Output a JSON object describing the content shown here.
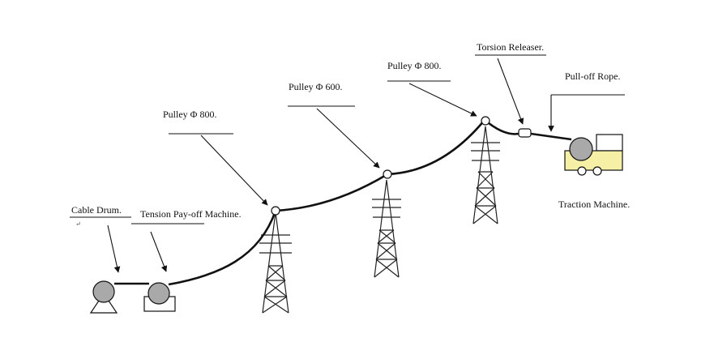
{
  "labels": {
    "cable_drum": "Cable Drum.",
    "cable_drum_mark": "↵",
    "tension_machine": "Tension Pay-off Machine.",
    "pulley_1": "Pulley Φ 800.",
    "pulley_2": "Pulley Φ 600.",
    "pulley_3": "Pulley Φ 800.",
    "torsion_releaser": "Torsion Releaser.",
    "pull_off_rope": "Pull-off Rope.",
    "traction_machine": "Traction Machine."
  },
  "colors": {
    "line": "#111111",
    "drum_fill": "#a9a9a9",
    "traction_body": "#f5f0a6",
    "tower": "#222222"
  }
}
